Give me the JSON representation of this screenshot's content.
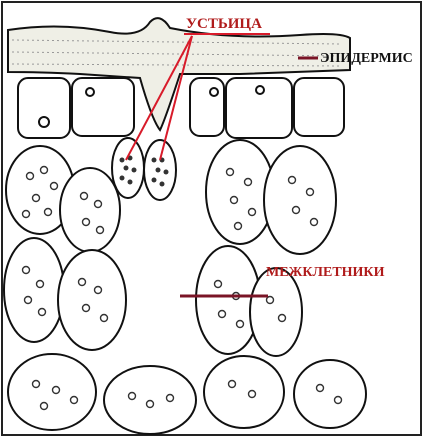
{
  "labels": {
    "stoma": "УСТЬИЦА",
    "epidermis": "ЭПИДЕРМИС",
    "intercellular": "МЕЖКЛЕТНИКИ"
  },
  "colors": {
    "label_text": "#b01b1b",
    "dark_label_text": "#111111",
    "pointer_line": "#d81b2a",
    "intercell_line": "#7a1426",
    "ink": "#111111",
    "cuticle_fill": "#efefe6"
  }
}
